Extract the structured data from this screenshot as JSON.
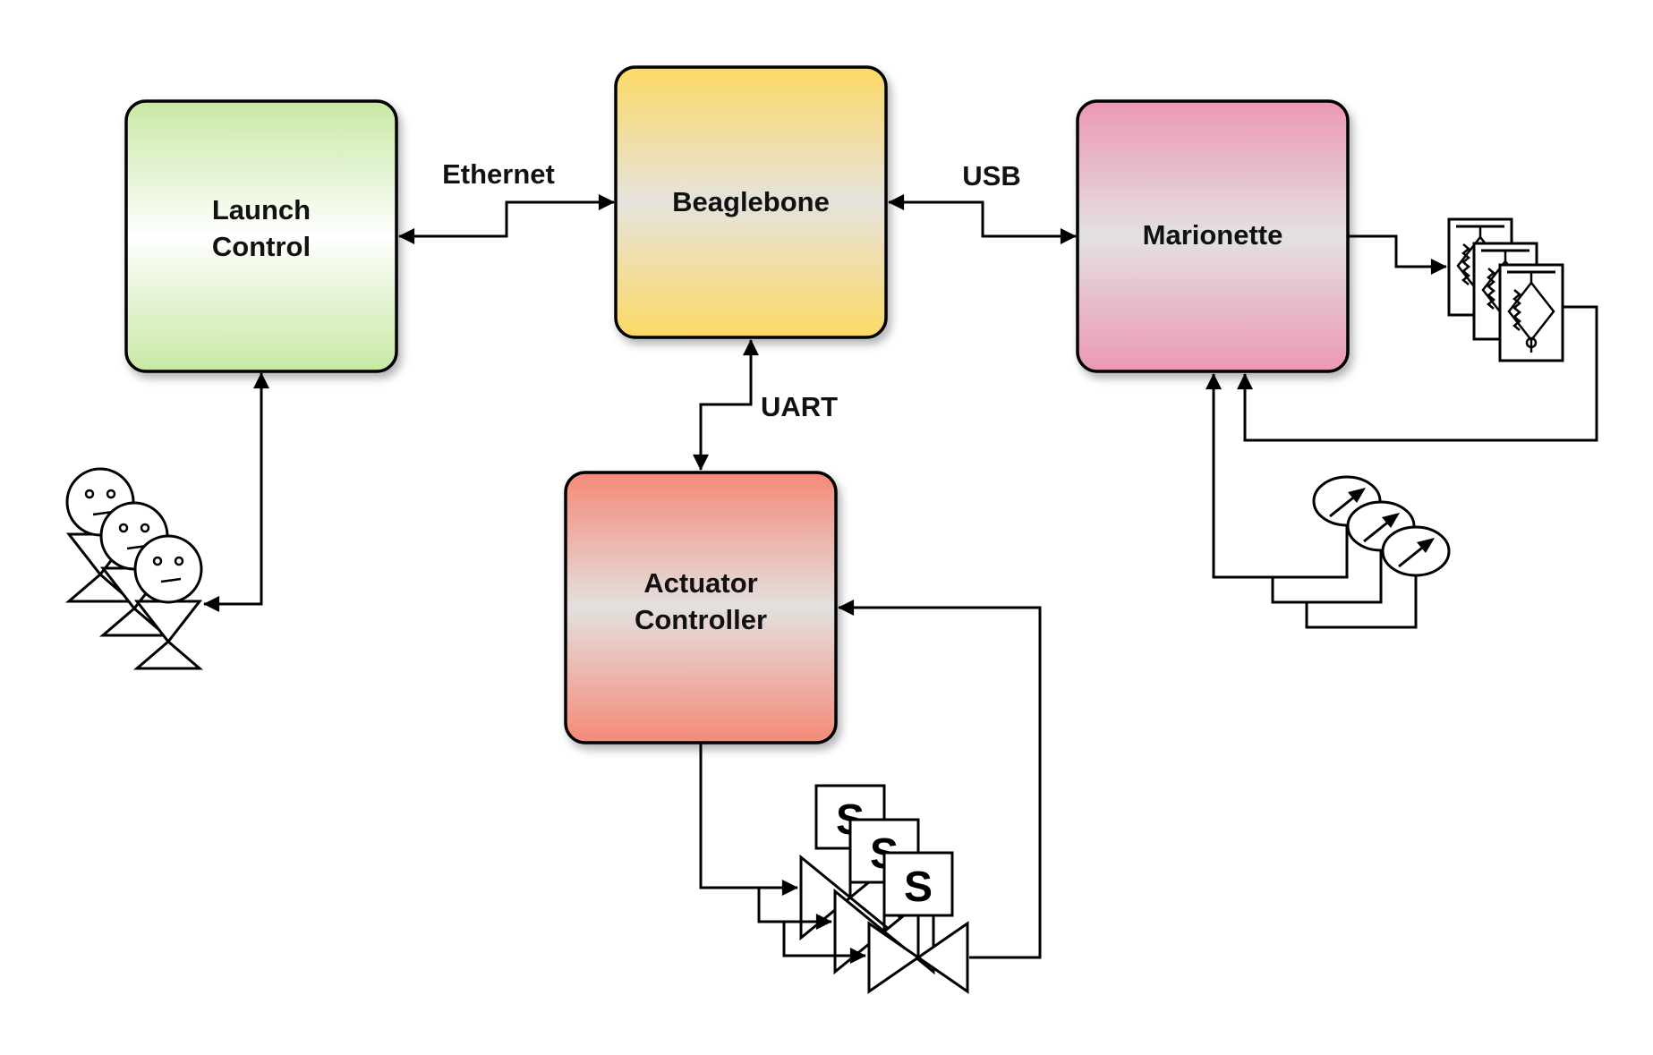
{
  "blocks": {
    "launch": {
      "line1": "Launch",
      "line2": "Control"
    },
    "beaglebone": {
      "label": "Beaglebone"
    },
    "marionette": {
      "label": "Marionette"
    },
    "actuator": {
      "line1": "Actuator",
      "line2": "Controller"
    }
  },
  "connections": {
    "ethernet": "Ethernet",
    "usb": "USB",
    "uart": "UART"
  },
  "symbols": {
    "solenoid_letter": "S",
    "people_icon": "person-icon",
    "sensor_icon": "strain-gauge-icon",
    "gauge_icon": "pressure-gauge-icon",
    "valve_icon": "solenoid-valve-icon"
  },
  "colors": {
    "launch": "#c9eaa8",
    "beaglebone": "#fcd969",
    "marionette": "#ec9ab3",
    "actuator": "#f48a78"
  }
}
